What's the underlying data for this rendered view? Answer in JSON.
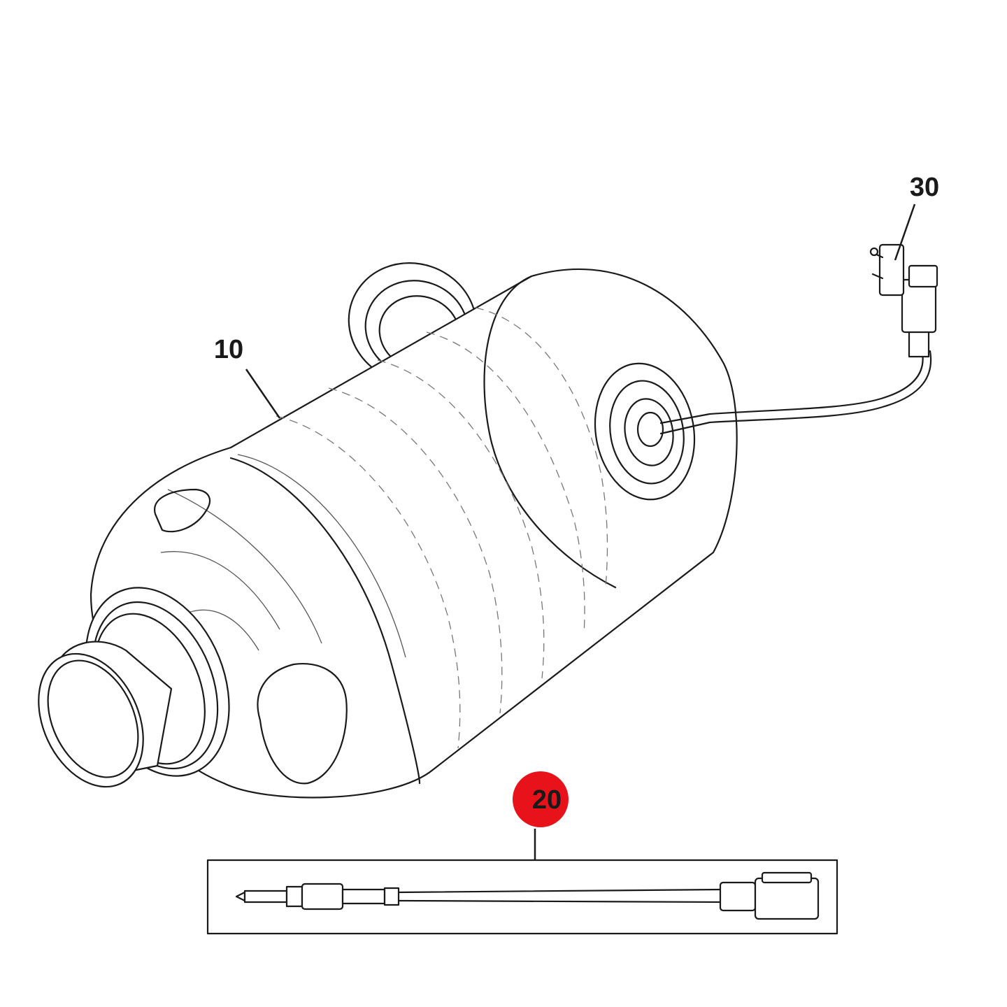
{
  "callouts": [
    {
      "id": "10",
      "label": "10",
      "highlighted": false
    },
    {
      "id": "20",
      "label": "20",
      "highlighted": true
    },
    {
      "id": "30",
      "label": "30",
      "highlighted": false
    }
  ],
  "colors": {
    "highlight": "#e8121b",
    "line": "#1a1a1a",
    "background": "#ffffff"
  }
}
